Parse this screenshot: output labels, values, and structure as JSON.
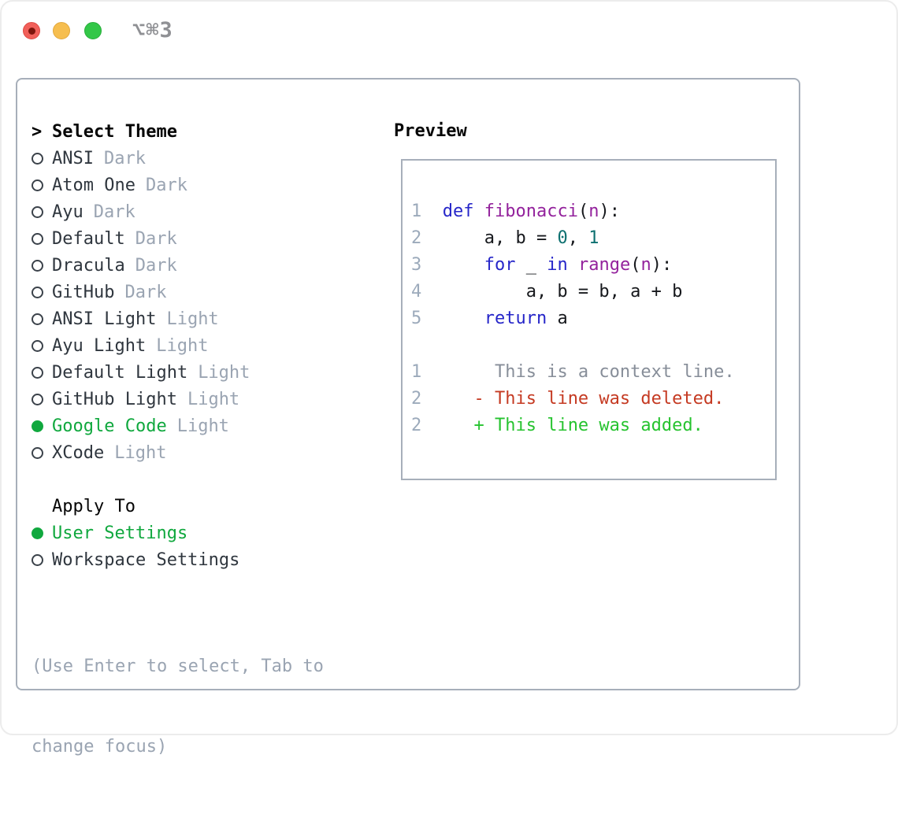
{
  "window": {
    "title": "⌥⌘3"
  },
  "colors": {
    "accent_green": "#10a83e",
    "panel_border": "#a7afba",
    "muted_gray": "#9aa4b2",
    "diff_red": "#c53a22",
    "diff_green": "#26c32f",
    "keyword_blue": "#2626c9",
    "function_purple": "#93229c",
    "literal_teal": "#0d7070"
  },
  "theme_panel": {
    "prompt": ">",
    "heading": "Select Theme",
    "themes": [
      {
        "name": "ANSI",
        "variant": "Dark",
        "selected": false
      },
      {
        "name": "Atom One",
        "variant": "Dark",
        "selected": false
      },
      {
        "name": "Ayu",
        "variant": "Dark",
        "selected": false
      },
      {
        "name": "Default",
        "variant": "Dark",
        "selected": false
      },
      {
        "name": "Dracula",
        "variant": "Dark",
        "selected": false
      },
      {
        "name": "GitHub",
        "variant": "Dark",
        "selected": false
      },
      {
        "name": "ANSI Light",
        "variant": "Light",
        "selected": false
      },
      {
        "name": "Ayu Light",
        "variant": "Light",
        "selected": false
      },
      {
        "name": "Default Light",
        "variant": "Light",
        "selected": false
      },
      {
        "name": "GitHub Light",
        "variant": "Light",
        "selected": false
      },
      {
        "name": "Google Code",
        "variant": "Light",
        "selected": true
      },
      {
        "name": "XCode",
        "variant": "Light",
        "selected": false
      }
    ],
    "apply_to": {
      "heading": "Apply To",
      "options": [
        {
          "label": "User Settings",
          "selected": true
        },
        {
          "label": "Workspace Settings",
          "selected": false
        }
      ]
    },
    "hint_lines": [
      "(Use Enter to select, Tab to",
      "change focus)"
    ]
  },
  "preview": {
    "heading": "Preview",
    "code_lines": [
      {
        "tokens": [
          {
            "c": "num",
            "t": "1"
          },
          {
            "c": "plain",
            "t": "  "
          },
          {
            "c": "kw",
            "t": "def"
          },
          {
            "c": "plain",
            "t": " "
          },
          {
            "c": "fn",
            "t": "fibonacci"
          },
          {
            "c": "plain",
            "t": "("
          },
          {
            "c": "fn",
            "t": "n"
          },
          {
            "c": "plain",
            "t": "):"
          }
        ]
      },
      {
        "tokens": [
          {
            "c": "num",
            "t": "2"
          },
          {
            "c": "plain",
            "t": "      a, b = "
          },
          {
            "c": "lit",
            "t": "0"
          },
          {
            "c": "plain",
            "t": ", "
          },
          {
            "c": "lit",
            "t": "1"
          }
        ]
      },
      {
        "tokens": [
          {
            "c": "num",
            "t": "3"
          },
          {
            "c": "plain",
            "t": "      "
          },
          {
            "c": "kw",
            "t": "for"
          },
          {
            "c": "plain",
            "t": " _ "
          },
          {
            "c": "kw",
            "t": "in"
          },
          {
            "c": "plain",
            "t": " "
          },
          {
            "c": "fn",
            "t": "range"
          },
          {
            "c": "plain",
            "t": "("
          },
          {
            "c": "fn",
            "t": "n"
          },
          {
            "c": "plain",
            "t": "):"
          }
        ]
      },
      {
        "tokens": [
          {
            "c": "num",
            "t": "4"
          },
          {
            "c": "plain",
            "t": "          a, b = b, a + b"
          }
        ]
      },
      {
        "tokens": [
          {
            "c": "num",
            "t": "5"
          },
          {
            "c": "plain",
            "t": "      "
          },
          {
            "c": "kw",
            "t": "return"
          },
          {
            "c": "plain",
            "t": " a"
          }
        ]
      },
      {
        "tokens": []
      },
      {
        "tokens": [
          {
            "c": "num",
            "t": "1"
          },
          {
            "c": "plain",
            "t": "       "
          },
          {
            "c": "ctx",
            "t": "This is a context line."
          }
        ]
      },
      {
        "tokens": [
          {
            "c": "num",
            "t": "2"
          },
          {
            "c": "plain",
            "t": "     "
          },
          {
            "c": "del",
            "t": "- This line was deleted."
          }
        ]
      },
      {
        "tokens": [
          {
            "c": "num",
            "t": "2"
          },
          {
            "c": "plain",
            "t": "     "
          },
          {
            "c": "add",
            "t": "+ This line was added."
          }
        ]
      }
    ]
  }
}
